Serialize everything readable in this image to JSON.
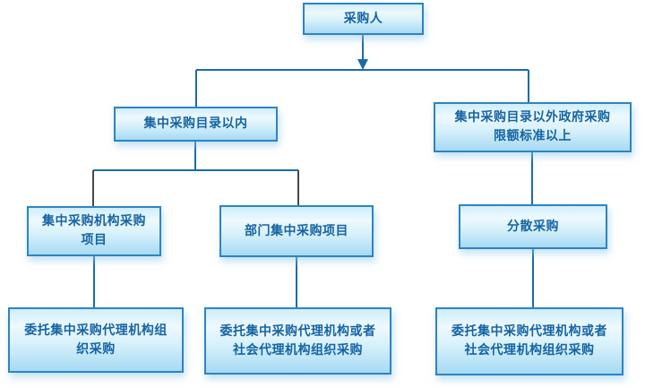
{
  "diagram": {
    "colors": {
      "box_border": "#2e84c2",
      "box_text": "#1464a4",
      "box_fill_top": "#cfeefb",
      "box_fill_bottom": "#a6daf4",
      "connector_blue": "#1a6ca8",
      "connector_dark": "#474747"
    },
    "nodes": {
      "n1": {
        "text": "采购人"
      },
      "n2": {
        "text": "集中采购目录以内"
      },
      "n3": {
        "text": "集中采购目录以外政府采购\n限额标准以上"
      },
      "n4": {
        "text": "集中采购机构采购\n项目"
      },
      "n5": {
        "text": "部门集中采购项目"
      },
      "n6": {
        "text": "分散采购"
      },
      "n7": {
        "text": "委托集中采购代理机构组\n织采购"
      },
      "n8": {
        "text": "委托集中采购代理机构或者\n社会代理机构组织采购"
      },
      "n9": {
        "text": "委托集中采购代理机构或者\n社会代理机构组织采购"
      }
    },
    "edges": [
      {
        "from": "n1",
        "to": "n2",
        "arrow": true
      },
      {
        "from": "n1",
        "to": "n3",
        "arrow": true
      },
      {
        "from": "n2",
        "to": "n4",
        "arrow": false
      },
      {
        "from": "n2",
        "to": "n5",
        "arrow": false
      },
      {
        "from": "n3",
        "to": "n6",
        "arrow": false
      },
      {
        "from": "n4",
        "to": "n7",
        "arrow": false
      },
      {
        "from": "n5",
        "to": "n8",
        "arrow": false
      },
      {
        "from": "n6",
        "to": "n9",
        "arrow": false
      }
    ]
  }
}
